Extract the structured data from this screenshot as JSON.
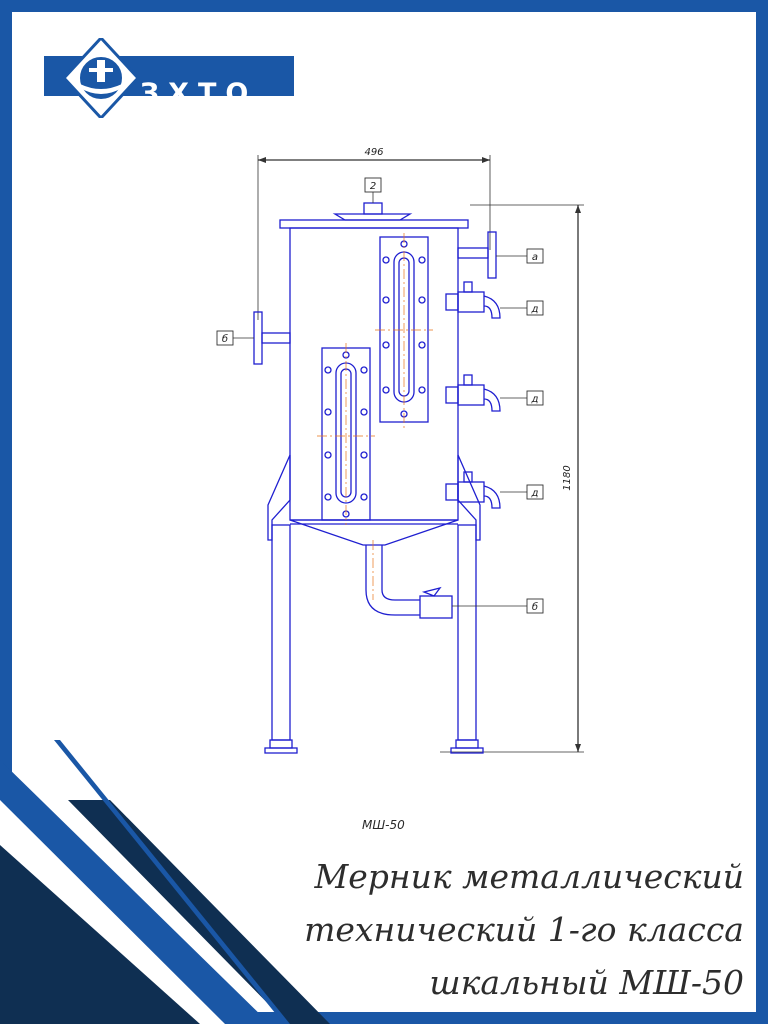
{
  "brand": {
    "name": "ЗХТО",
    "primary_color": "#1a57a6",
    "dark_color": "#0f2f52"
  },
  "drawing": {
    "dim_width": "496",
    "dim_height": "1180",
    "callouts": [
      "2",
      "а",
      "д",
      "д",
      "д",
      "б",
      "б"
    ],
    "model_label": "МШ-50",
    "line_color": "#1f1fd0",
    "axis_color": "#e8741a"
  },
  "title": {
    "line1": "Мерник металлический",
    "line2": "технический 1-го класса",
    "line3": "шкальный МШ-50"
  }
}
